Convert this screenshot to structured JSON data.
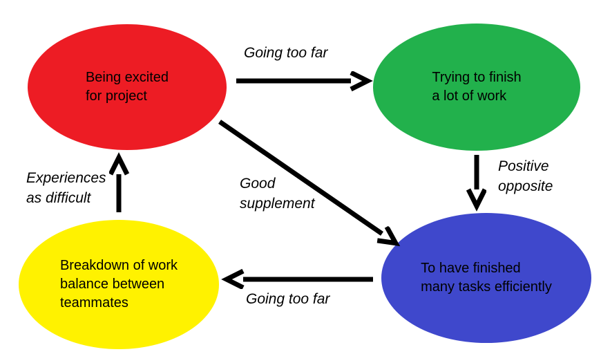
{
  "diagram": {
    "background_color": "#ffffff",
    "text_color": "#000000",
    "arrow_color": "#000000",
    "nodes": [
      {
        "id": "excited",
        "lines": [
          "Being excited",
          "for project"
        ],
        "color": "#ed1c24"
      },
      {
        "id": "trying",
        "lines": [
          "Trying to finish",
          "a lot of work"
        ],
        "color": "#22b14c"
      },
      {
        "id": "finished",
        "lines": [
          "To have finished",
          "many tasks efficiently"
        ],
        "color": "#3f48cc"
      },
      {
        "id": "breakdown",
        "lines": [
          "Breakdown of work",
          "balance between",
          "teammates"
        ],
        "color": "#fff200"
      }
    ],
    "edges": [
      {
        "id": "excited-to-trying",
        "label_lines": [
          "Going too far"
        ]
      },
      {
        "id": "trying-to-finished",
        "label_lines": [
          "Positive",
          "opposite"
        ]
      },
      {
        "id": "excited-to-finished",
        "label_lines": [
          "Good",
          "supplement"
        ]
      },
      {
        "id": "finished-to-breakdown",
        "label_lines": [
          "Going too far"
        ]
      },
      {
        "id": "breakdown-to-excited",
        "label_lines": [
          "Experiences",
          "as difficult"
        ]
      }
    ]
  }
}
